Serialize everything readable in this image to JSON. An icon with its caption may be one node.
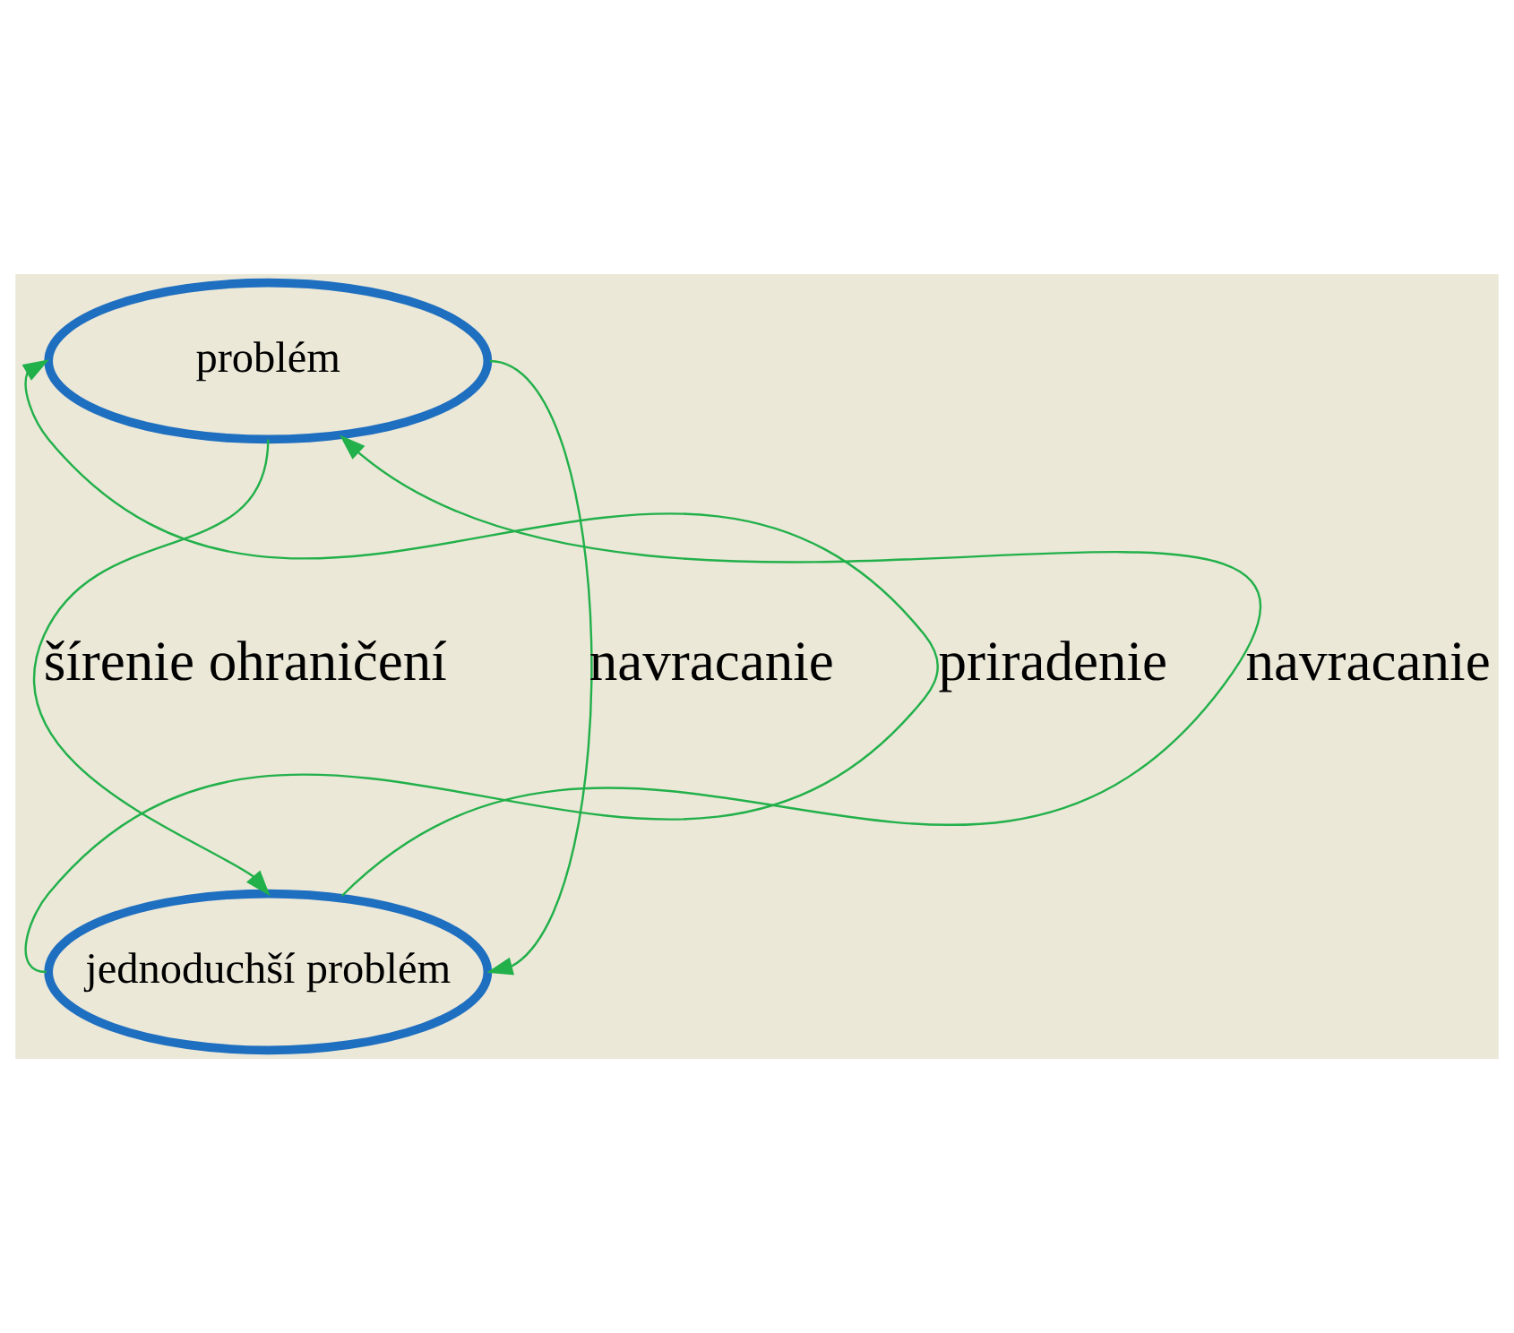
{
  "diagram": {
    "nodes": [
      {
        "text": [
          "problém"
        ]
      },
      {
        "text": [
          "jednoduchší problém"
        ]
      }
    ],
    "edges": [
      {
        "from": 1,
        "to": 0,
        "arrow": "to",
        "label": "priradenie"
      },
      {
        "from": 0,
        "to": 1,
        "arrow": "to",
        "label": "šírenie ohraničení"
      },
      {
        "from": 1,
        "to": 0,
        "arrow": "to",
        "label": "navracanie"
      },
      {
        "from": 0,
        "to": 1,
        "arrow": "to",
        "label": "navracanie"
      }
    ]
  }
}
